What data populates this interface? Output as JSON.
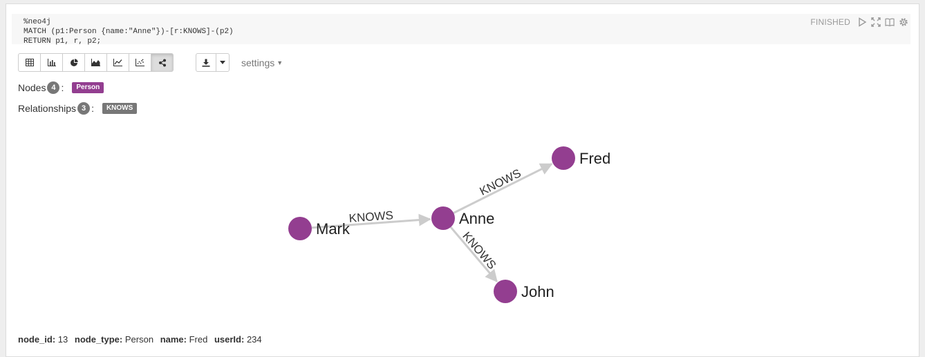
{
  "editor": {
    "lines": [
      "%neo4j",
      "MATCH (p1:Person {name:\"Anne\"})-[r:KNOWS]-(p2)",
      "RETURN p1, r, p2;"
    ]
  },
  "paragraph": {
    "status": "FINISHED",
    "controls": [
      "play-icon",
      "expand-icon",
      "book-icon",
      "gear-icon"
    ]
  },
  "toolbar": {
    "buttons": [
      "table-icon",
      "bar-chart-icon",
      "pie-chart-icon",
      "area-chart-icon",
      "line-chart-icon",
      "scatter-chart-icon",
      "network-icon"
    ],
    "active": "network-icon",
    "download_icon": "download-icon",
    "settings_label": "settings"
  },
  "summary": {
    "nodes_label": "Nodes",
    "nodes_count": "4",
    "node_label": "Person",
    "node_label_color": "#933E90",
    "relationships_label": "Relationships",
    "relationships_count": "3",
    "rel_label": "KNOWS",
    "rel_label_color": "#777777"
  },
  "graph": {
    "node_color": "#933E90",
    "edge_color": "#cccccc",
    "nodes": [
      "Mark",
      "Anne",
      "Fred",
      "John"
    ],
    "edges": [
      {
        "from": "Mark",
        "to": "Anne",
        "label": "KNOWS"
      },
      {
        "from": "Anne",
        "to": "Fred",
        "label": "KNOWS"
      },
      {
        "from": "Anne",
        "to": "John",
        "label": "KNOWS"
      }
    ]
  },
  "properties": {
    "node_id_key": "node_id:",
    "node_id_val": "13",
    "node_type_key": "node_type:",
    "node_type_val": "Person",
    "name_key": "name:",
    "name_val": "Fred",
    "userId_key": "userId:",
    "userId_val": "234"
  }
}
